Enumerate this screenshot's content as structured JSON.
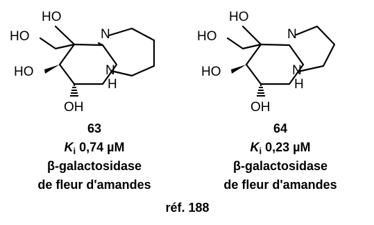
{
  "compounds": [
    {
      "id": "63",
      "atoms": {
        "oh_top": "HO",
        "ch2oh": "HO",
        "oh_left": "HO",
        "oh_bottom": "OH",
        "n_ring": "N",
        "nh": "N",
        "nh_h": "H"
      },
      "ki_symbol": "K",
      "ki_sub": "i",
      "ki_value": "0,74 µM",
      "enzyme": "β-galactosidase",
      "source": "de fleur d'amandes"
    },
    {
      "id": "64",
      "atoms": {
        "oh_top": "HO",
        "ch2oh": "HO",
        "oh_left": "HO",
        "oh_bottom": "OH",
        "n_ring": "N",
        "nh": "N",
        "nh_h": "H"
      },
      "ki_symbol": "K",
      "ki_sub": "i",
      "ki_value": "0,23 µM",
      "enzyme": "β-galactosidase",
      "source": "de fleur d'amandes"
    }
  ],
  "reference": "réf. 188"
}
